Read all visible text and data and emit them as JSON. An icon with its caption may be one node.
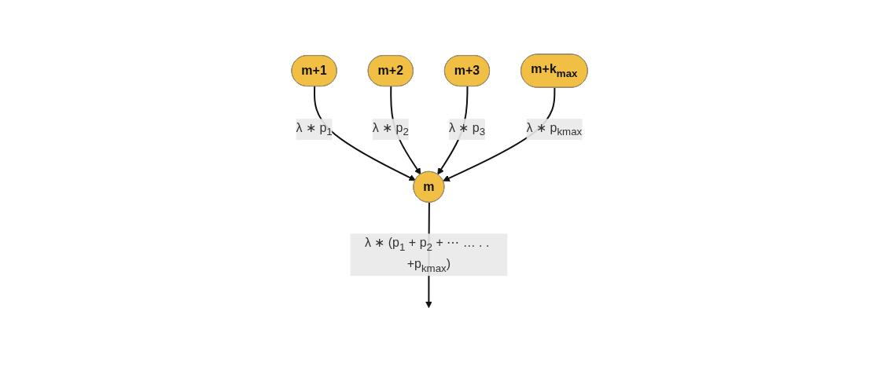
{
  "diagram": {
    "nodes": [
      {
        "text": [
          "m"
        ]
      },
      {
        "text": [
          "m+1"
        ]
      },
      {
        "text": [
          "m+2"
        ]
      },
      {
        "text": [
          "m+3"
        ]
      },
      {
        "text": [
          "m+k$_{max}$"
        ]
      }
    ],
    "edges": [
      {
        "from": 1,
        "to": 0,
        "arrow": "to",
        "label": "λ ∗ p$_{1}$"
      },
      {
        "from": 2,
        "to": 0,
        "arrow": "to",
        "label": "λ ∗ p$_{2}$"
      },
      {
        "from": 3,
        "to": 0,
        "arrow": "to",
        "label": "λ ∗ p$_{3}$"
      },
      {
        "from": 4,
        "to": 0,
        "arrow": "to",
        "label": "λ ∗ p$_{kmax}$"
      },
      {
        "from": 0,
        "to": null,
        "arrow": "to",
        "label": "λ ∗ (p$_{1}$ + p$_{2}$ + ⋯ … . . +p$_{kmax}$)"
      }
    ]
  }
}
